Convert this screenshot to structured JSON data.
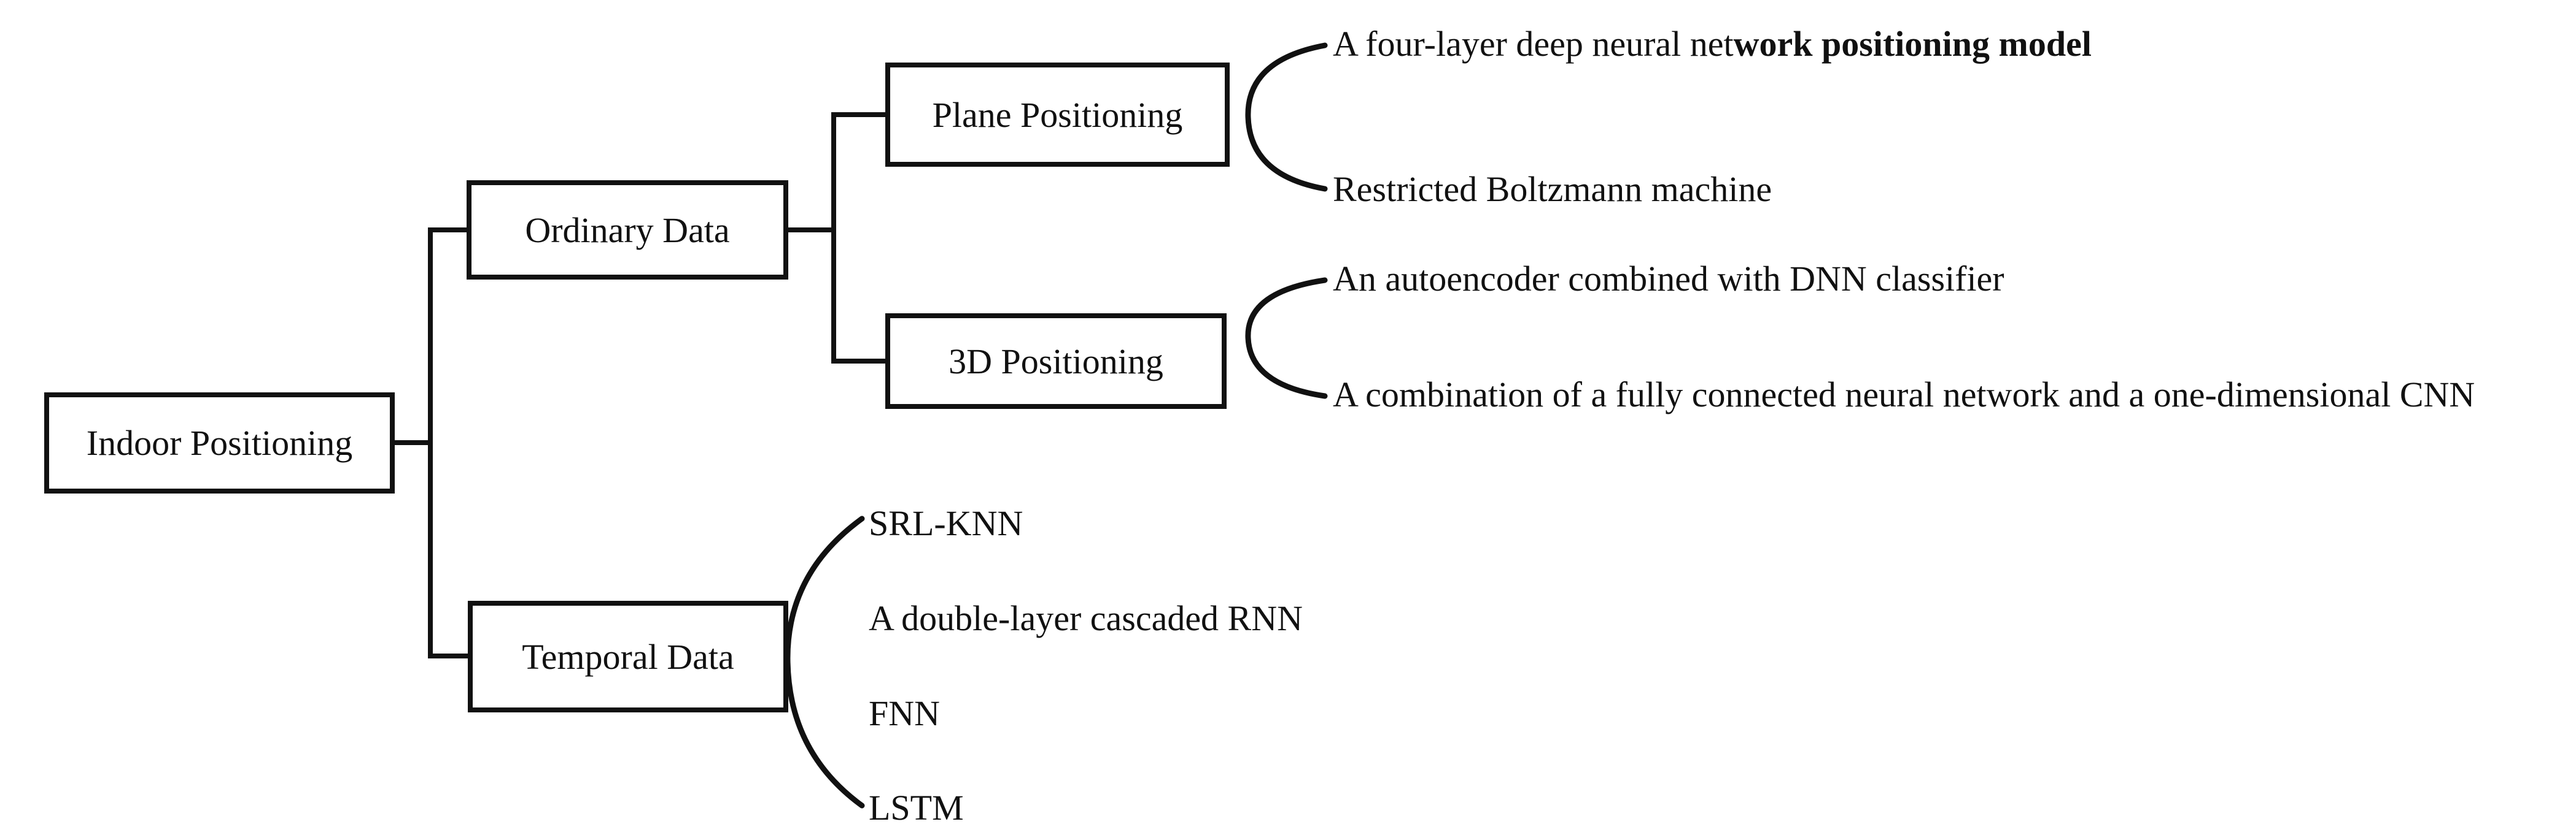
{
  "diagram": {
    "background_color": "#ffffff",
    "line_color": "#111111",
    "root": {
      "label": "Indoor Positioning"
    },
    "ordinary": {
      "label": "Ordinary Data",
      "plane": {
        "label": "Plane Positioning",
        "leaf1_normal": "A four-layer deep neural net",
        "leaf1_bold": "work positioning model",
        "leaf2": "Restricted Boltzmann machine"
      },
      "threed": {
        "label": "3D Positioning",
        "leaf1": "An autoencoder combined with DNN classifier",
        "leaf2": "A combination of a fully connected neural network and a one-dimensional CNN"
      }
    },
    "temporal": {
      "label": "Temporal Data",
      "leaves": [
        "SRL-KNN",
        "A double-layer cascaded RNN",
        "FNN",
        "LSTM"
      ]
    }
  }
}
